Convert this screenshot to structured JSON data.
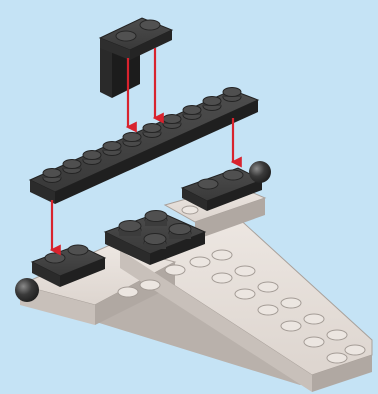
{
  "scene": {
    "background_color": "#c5e3f5",
    "arrow_color": "#d8232e",
    "dark_brick_color": "#3a3a3a",
    "light_brick_color": "#e4ddd7",
    "instruction_steps": [
      {
        "part": "angle-bracket-2x2",
        "arrows": 2
      },
      {
        "part": "plate-1x10",
        "arrows": 2
      },
      {
        "part": "plate-2x2",
        "arrows": 0
      }
    ]
  }
}
